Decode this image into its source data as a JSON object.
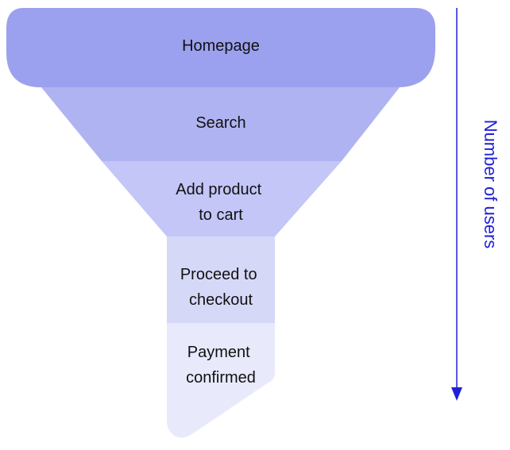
{
  "funnel": {
    "stages": [
      {
        "lines": [
          "Homepage"
        ],
        "color": "#9ba0ef"
      },
      {
        "lines": [
          "Search"
        ],
        "color": "#b0b3f2"
      },
      {
        "lines": [
          "Add product",
          "to cart"
        ],
        "color": "#c3c6f6"
      },
      {
        "lines": [
          "Proceed to",
          "checkout"
        ],
        "color": "#d6d8f8"
      },
      {
        "lines": [
          "Payment",
          "confirmed"
        ],
        "color": "#e8e9fb"
      }
    ]
  },
  "axis": {
    "label": "Number of users",
    "color": "#2020d8"
  }
}
